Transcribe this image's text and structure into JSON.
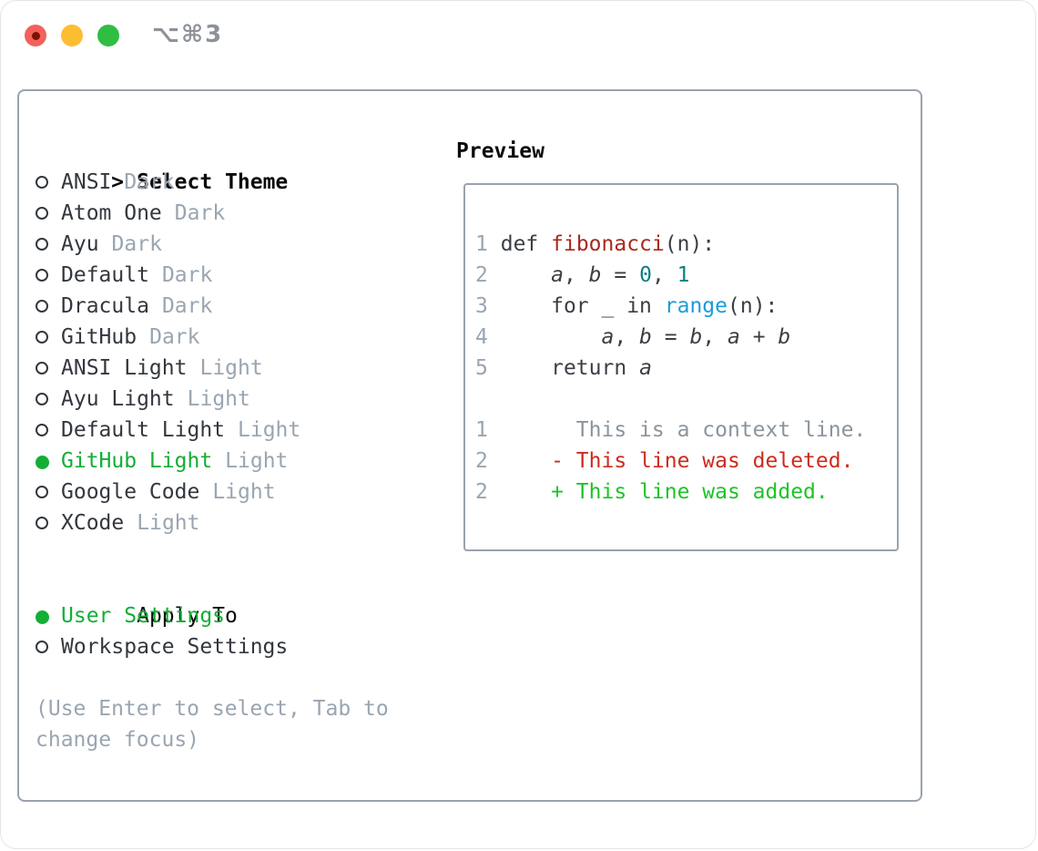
{
  "window": {
    "title": "⌥⌘3"
  },
  "icons": {
    "close": "red-circle-with-unsaved-dot",
    "minimize": "yellow-circle",
    "zoom": "green-circle",
    "radio_unselected": "ring",
    "radio_selected": "filled-circle",
    "selection_caret": ">"
  },
  "colors": {
    "selected_green": "#13ae35",
    "added_green": "#1cc427",
    "deleted_red": "#cd2b1e",
    "function_red": "#a8291e",
    "builtin_blue": "#1b9cd8",
    "number_teal": "#0c7f83",
    "code_dark": "#3a3f45",
    "item_dark": "#33373e",
    "heading_black": "#0a0a0a",
    "muted_gray": "#9aa5b1",
    "context_gray": "#8b949c",
    "border_gray": "#9aa3ae",
    "titlebar_gray": "#8d9299",
    "traffic_red": "#f4605a",
    "traffic_red_dot": "#7b1107",
    "traffic_yellow": "#fdbd30",
    "traffic_green": "#2fbe41"
  },
  "theme_picker": {
    "header_prefix": ">",
    "header": "Select Theme",
    "items": [
      {
        "label": "ANSI",
        "tag": "Dark",
        "selected": false
      },
      {
        "label": "Atom One",
        "tag": "Dark",
        "selected": false
      },
      {
        "label": "Ayu",
        "tag": "Dark",
        "selected": false
      },
      {
        "label": "Default",
        "tag": "Dark",
        "selected": false
      },
      {
        "label": "Dracula",
        "tag": "Dark",
        "selected": false
      },
      {
        "label": "GitHub",
        "tag": "Dark",
        "selected": false
      },
      {
        "label": "ANSI Light",
        "tag": "Light",
        "selected": false
      },
      {
        "label": "Ayu Light",
        "tag": "Light",
        "selected": false
      },
      {
        "label": "Default Light",
        "tag": "Light",
        "selected": false
      },
      {
        "label": "GitHub Light",
        "tag": "Light",
        "selected": true
      },
      {
        "label": "Google Code",
        "tag": "Light",
        "selected": false
      },
      {
        "label": "XCode",
        "tag": "Light",
        "selected": false
      }
    ]
  },
  "apply_to": {
    "header": "Apply To",
    "options": [
      {
        "label": "User Settings",
        "selected": true
      },
      {
        "label": "Workspace Settings",
        "selected": false
      }
    ]
  },
  "hint": {
    "line1": "(Use Enter to select, Tab to",
    "line2": "change focus)"
  },
  "preview": {
    "header": "Preview",
    "code_lines": [
      {
        "num": "1",
        "tokens": [
          {
            "t": " ",
            "s": "plain"
          },
          {
            "t": "def",
            "s": "kw"
          },
          {
            "t": " ",
            "s": "plain"
          },
          {
            "t": "fibonacci",
            "s": "fn"
          },
          {
            "t": "(n):",
            "s": "plain"
          }
        ]
      },
      {
        "num": "2",
        "tokens": [
          {
            "t": "     ",
            "s": "plain"
          },
          {
            "t": "a",
            "s": "var"
          },
          {
            "t": ", ",
            "s": "plain"
          },
          {
            "t": "b",
            "s": "var"
          },
          {
            "t": " = ",
            "s": "plain"
          },
          {
            "t": "0",
            "s": "num"
          },
          {
            "t": ", ",
            "s": "plain"
          },
          {
            "t": "1",
            "s": "num"
          }
        ]
      },
      {
        "num": "3",
        "tokens": [
          {
            "t": "     ",
            "s": "plain"
          },
          {
            "t": "for",
            "s": "kw"
          },
          {
            "t": " _ ",
            "s": "plain"
          },
          {
            "t": "in",
            "s": "kw"
          },
          {
            "t": " ",
            "s": "plain"
          },
          {
            "t": "range",
            "s": "builtin"
          },
          {
            "t": "(n):",
            "s": "plain"
          }
        ]
      },
      {
        "num": "4",
        "tokens": [
          {
            "t": "         ",
            "s": "plain"
          },
          {
            "t": "a",
            "s": "var"
          },
          {
            "t": ", ",
            "s": "plain"
          },
          {
            "t": "b",
            "s": "var"
          },
          {
            "t": " = ",
            "s": "plain"
          },
          {
            "t": "b",
            "s": "var"
          },
          {
            "t": ", ",
            "s": "plain"
          },
          {
            "t": "a",
            "s": "var"
          },
          {
            "t": " + ",
            "s": "plain"
          },
          {
            "t": "b",
            "s": "var"
          }
        ]
      },
      {
        "num": "5",
        "tokens": [
          {
            "t": "     ",
            "s": "plain"
          },
          {
            "t": "return",
            "s": "kw"
          },
          {
            "t": " ",
            "s": "plain"
          },
          {
            "t": "a",
            "s": "var"
          }
        ]
      },
      {
        "num": "",
        "tokens": []
      },
      {
        "num": "1",
        "tokens": [
          {
            "t": "       This is a context line.",
            "s": "ctx"
          }
        ]
      },
      {
        "num": "2",
        "tokens": [
          {
            "t": "     - This line was deleted.",
            "s": "del"
          }
        ]
      },
      {
        "num": "2",
        "tokens": [
          {
            "t": "     + This line was added.",
            "s": "add"
          }
        ]
      }
    ]
  }
}
